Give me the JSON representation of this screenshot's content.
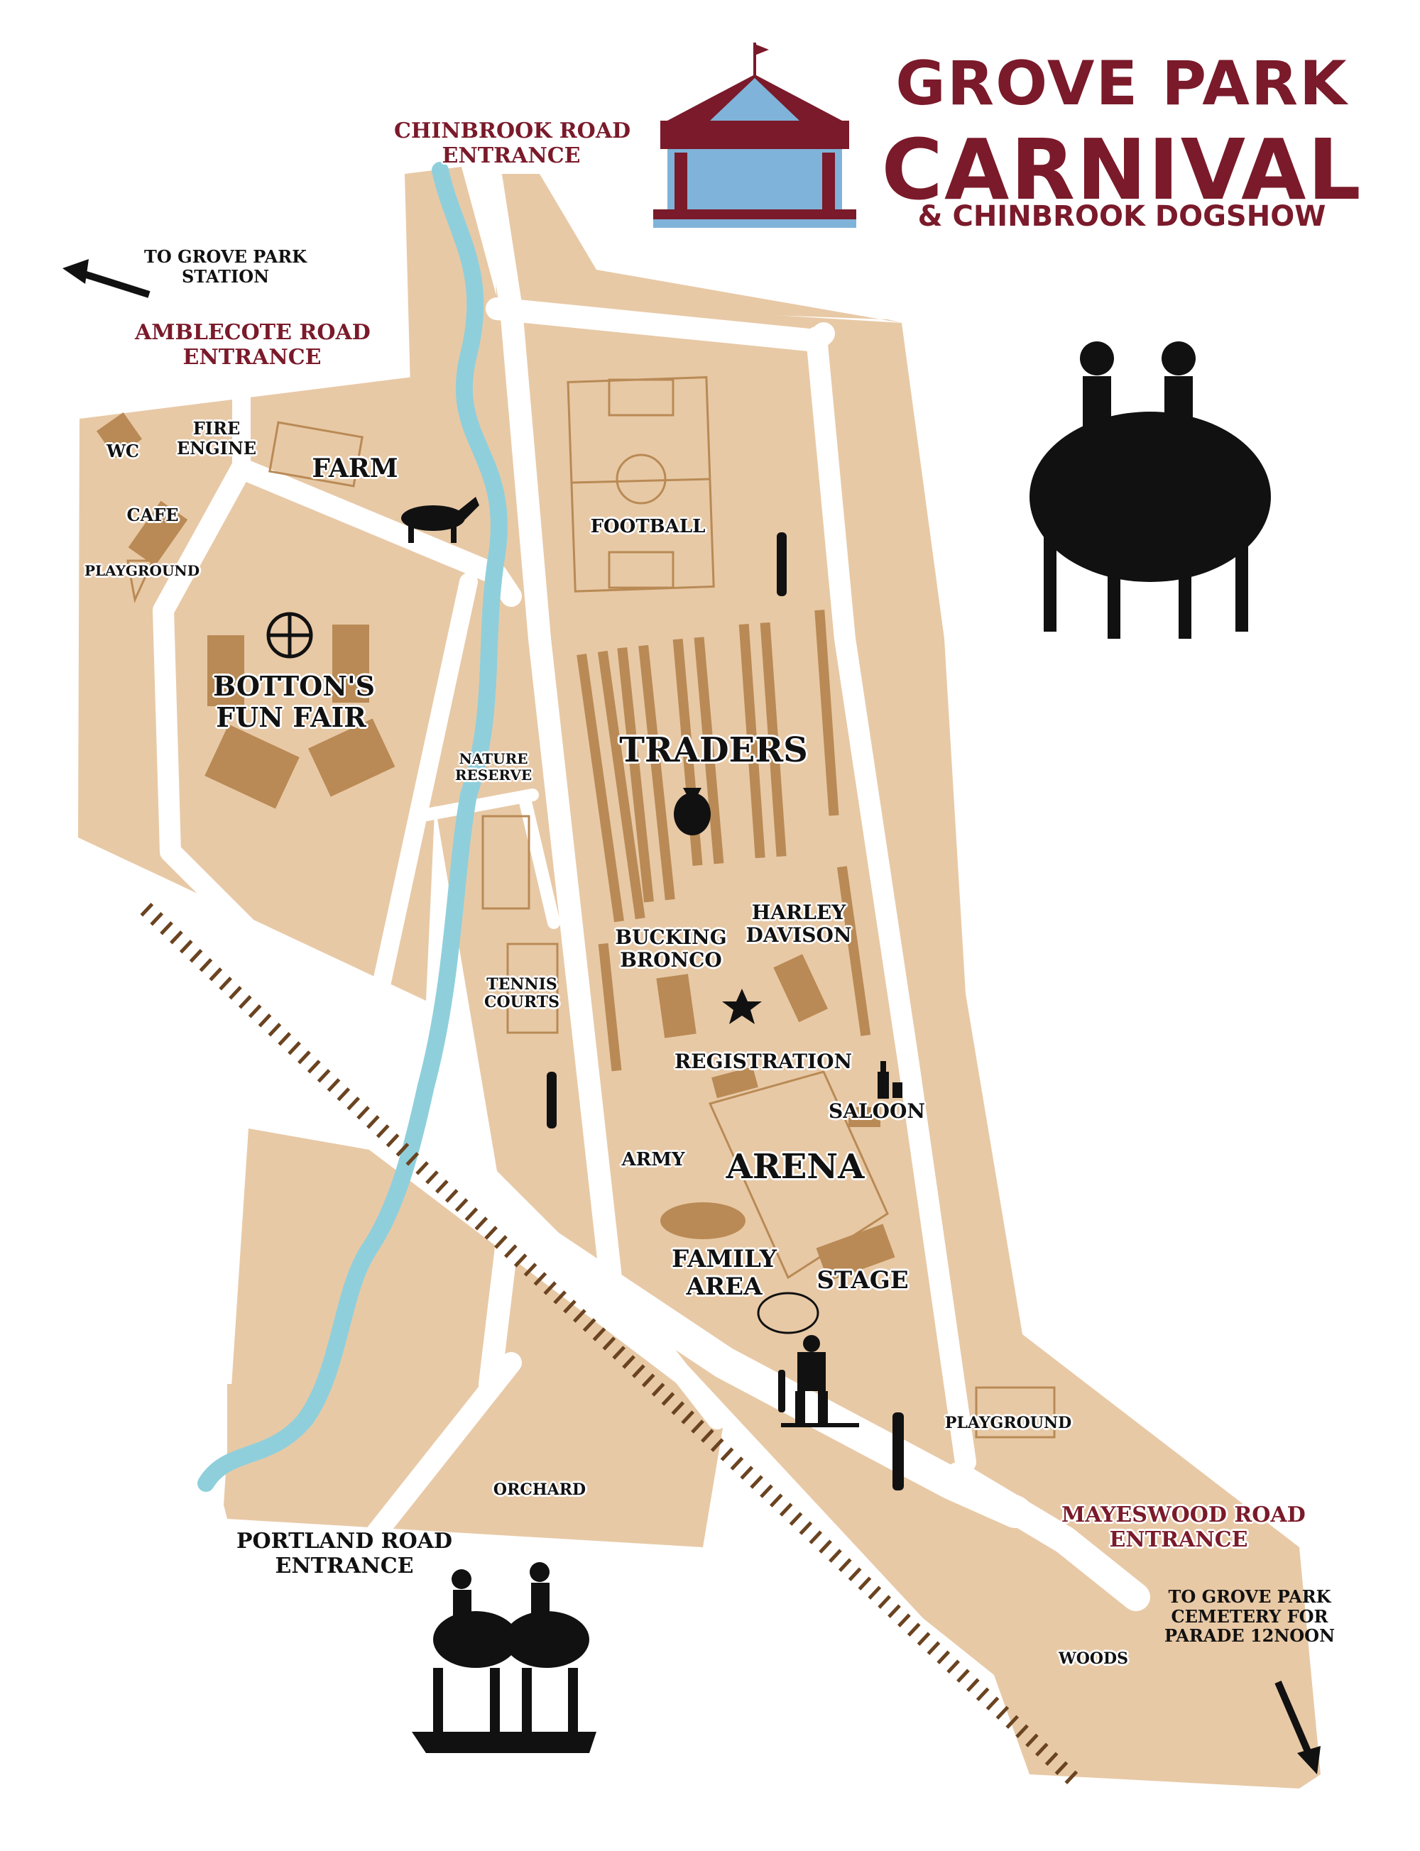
{
  "title": {
    "line1": "GROVE PARK",
    "line2": "CARNIVAL",
    "line3": "& CHINBROOK DOGSHOW"
  },
  "colors": {
    "land": "#e8c9a6",
    "path": "#ffffff",
    "stream": "#8fcfdc",
    "building": "#b98a55",
    "brand": "#7a1a2a",
    "carousel_blue": "#7fb3d9",
    "railway": "#6a4320"
  },
  "entrances": {
    "chinbrook": [
      "CHINBROOK ROAD",
      "ENTRANCE"
    ],
    "amblecote": [
      "AMBLECOTE ROAD",
      "ENTRANCE"
    ],
    "mayeswood": [
      "MAYESWOOD ROAD",
      "ENTRANCE"
    ],
    "portland": [
      "PORTLAND ROAD",
      "ENTRANCE"
    ]
  },
  "directions": {
    "station": [
      "TO GROVE PARK",
      "STATION"
    ],
    "cemetery": [
      "TO GROVE PARK",
      "CEMETERY FOR",
      "PARADE 12NOON"
    ]
  },
  "places": {
    "wc": "WC",
    "fire_engine": [
      "FIRE",
      "ENGINE"
    ],
    "farm": "FARM",
    "cafe": "CAFE",
    "playground_nw": "PLAYGROUND",
    "fun_fair": [
      "BOTTON'S",
      "FUN FAIR"
    ],
    "nature_reserve": [
      "NATURE",
      "RESERVE"
    ],
    "football": "FOOTBALL",
    "traders": "TRADERS",
    "bucking_bronco": [
      "BUCKING",
      "BRONCO"
    ],
    "harley": [
      "HARLEY",
      "DAVISON"
    ],
    "tennis": [
      "TENNIS",
      "COURTS"
    ],
    "registration": "REGISTRATION",
    "saloon": "SALOON",
    "army": "ARMY",
    "arena": "ARENA",
    "family_area": [
      "FAMILY",
      "AREA"
    ],
    "stage": "STAGE",
    "playground_se": "PLAYGROUND",
    "orchard": "ORCHARD",
    "woods": "WOODS"
  },
  "icons": [
    "carousel-icon",
    "horse-icon",
    "riders-icon",
    "wheel-icon",
    "cactus-icon",
    "money-bag-icon",
    "sheriff-star-icon",
    "saloon-bottle-icon",
    "lasso-cowboy-icon",
    "cowboys-silhouette-icon",
    "arrow-nw-icon",
    "arrow-se-icon"
  ]
}
